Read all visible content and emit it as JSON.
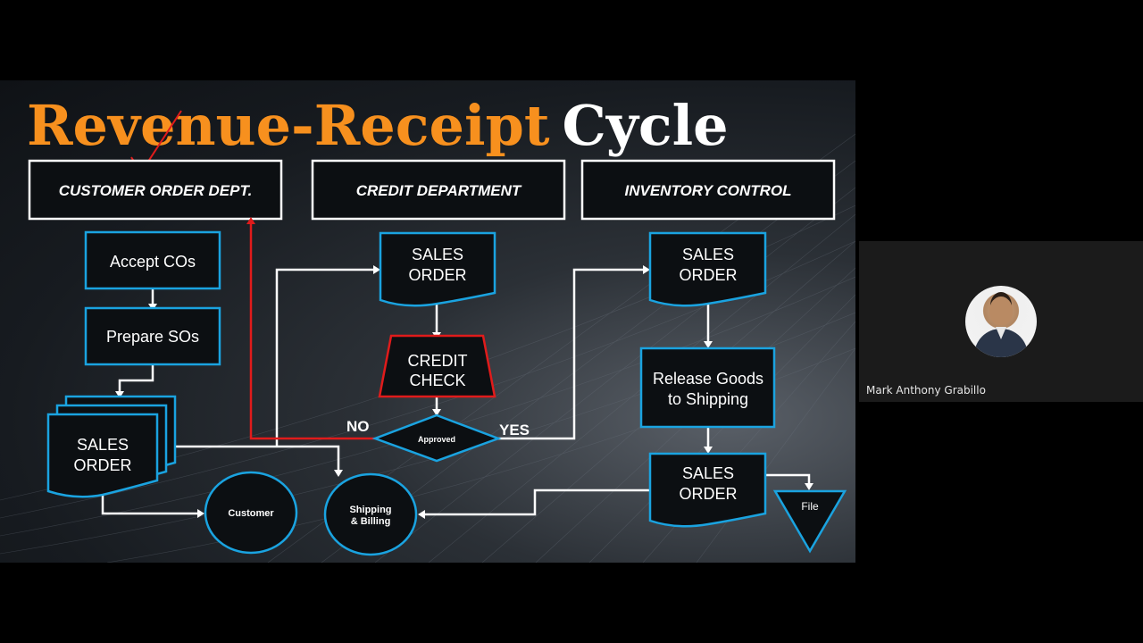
{
  "slide": {
    "title_part1": "Revenue-Receipt",
    "title_part2": "Cycle",
    "columns": {
      "customer_order_dept": "CUSTOMER ORDER DEPT.",
      "credit_department": "CREDIT DEPARTMENT",
      "inventory_control": "INVENTORY CONTROL"
    },
    "nodes": {
      "accept_cos": "Accept COs",
      "prepare_sos": "Prepare SOs",
      "sales_order_line1": "SALES",
      "sales_order_line2": "ORDER",
      "credit_check_line1": "CREDIT",
      "credit_check_line2": "CHECK",
      "approved": "Approved",
      "no_label": "NO",
      "yes_label": "YES",
      "release_goods_line1": "Release Goods",
      "release_goods_line2": "to Shipping",
      "customer": "Customer",
      "shipping_billing_line1": "Shipping",
      "shipping_billing_line2": "& Billing",
      "file": "File"
    },
    "colors": {
      "box_border": "#1aa3e0",
      "credit_check_border": "#e01b1b",
      "red_line": "#e01b1b",
      "title_orange": "#f7901e",
      "connector": "#ffffff"
    }
  },
  "controls": {
    "previous_glyph": "◀",
    "next_glyph": "▶",
    "pen_glyph": "✎",
    "view_glyph": "▣",
    "more_glyph": "•••",
    "screen_glyph": "⊞"
  },
  "participant": {
    "name": "Mark Anthony Grabillo"
  }
}
